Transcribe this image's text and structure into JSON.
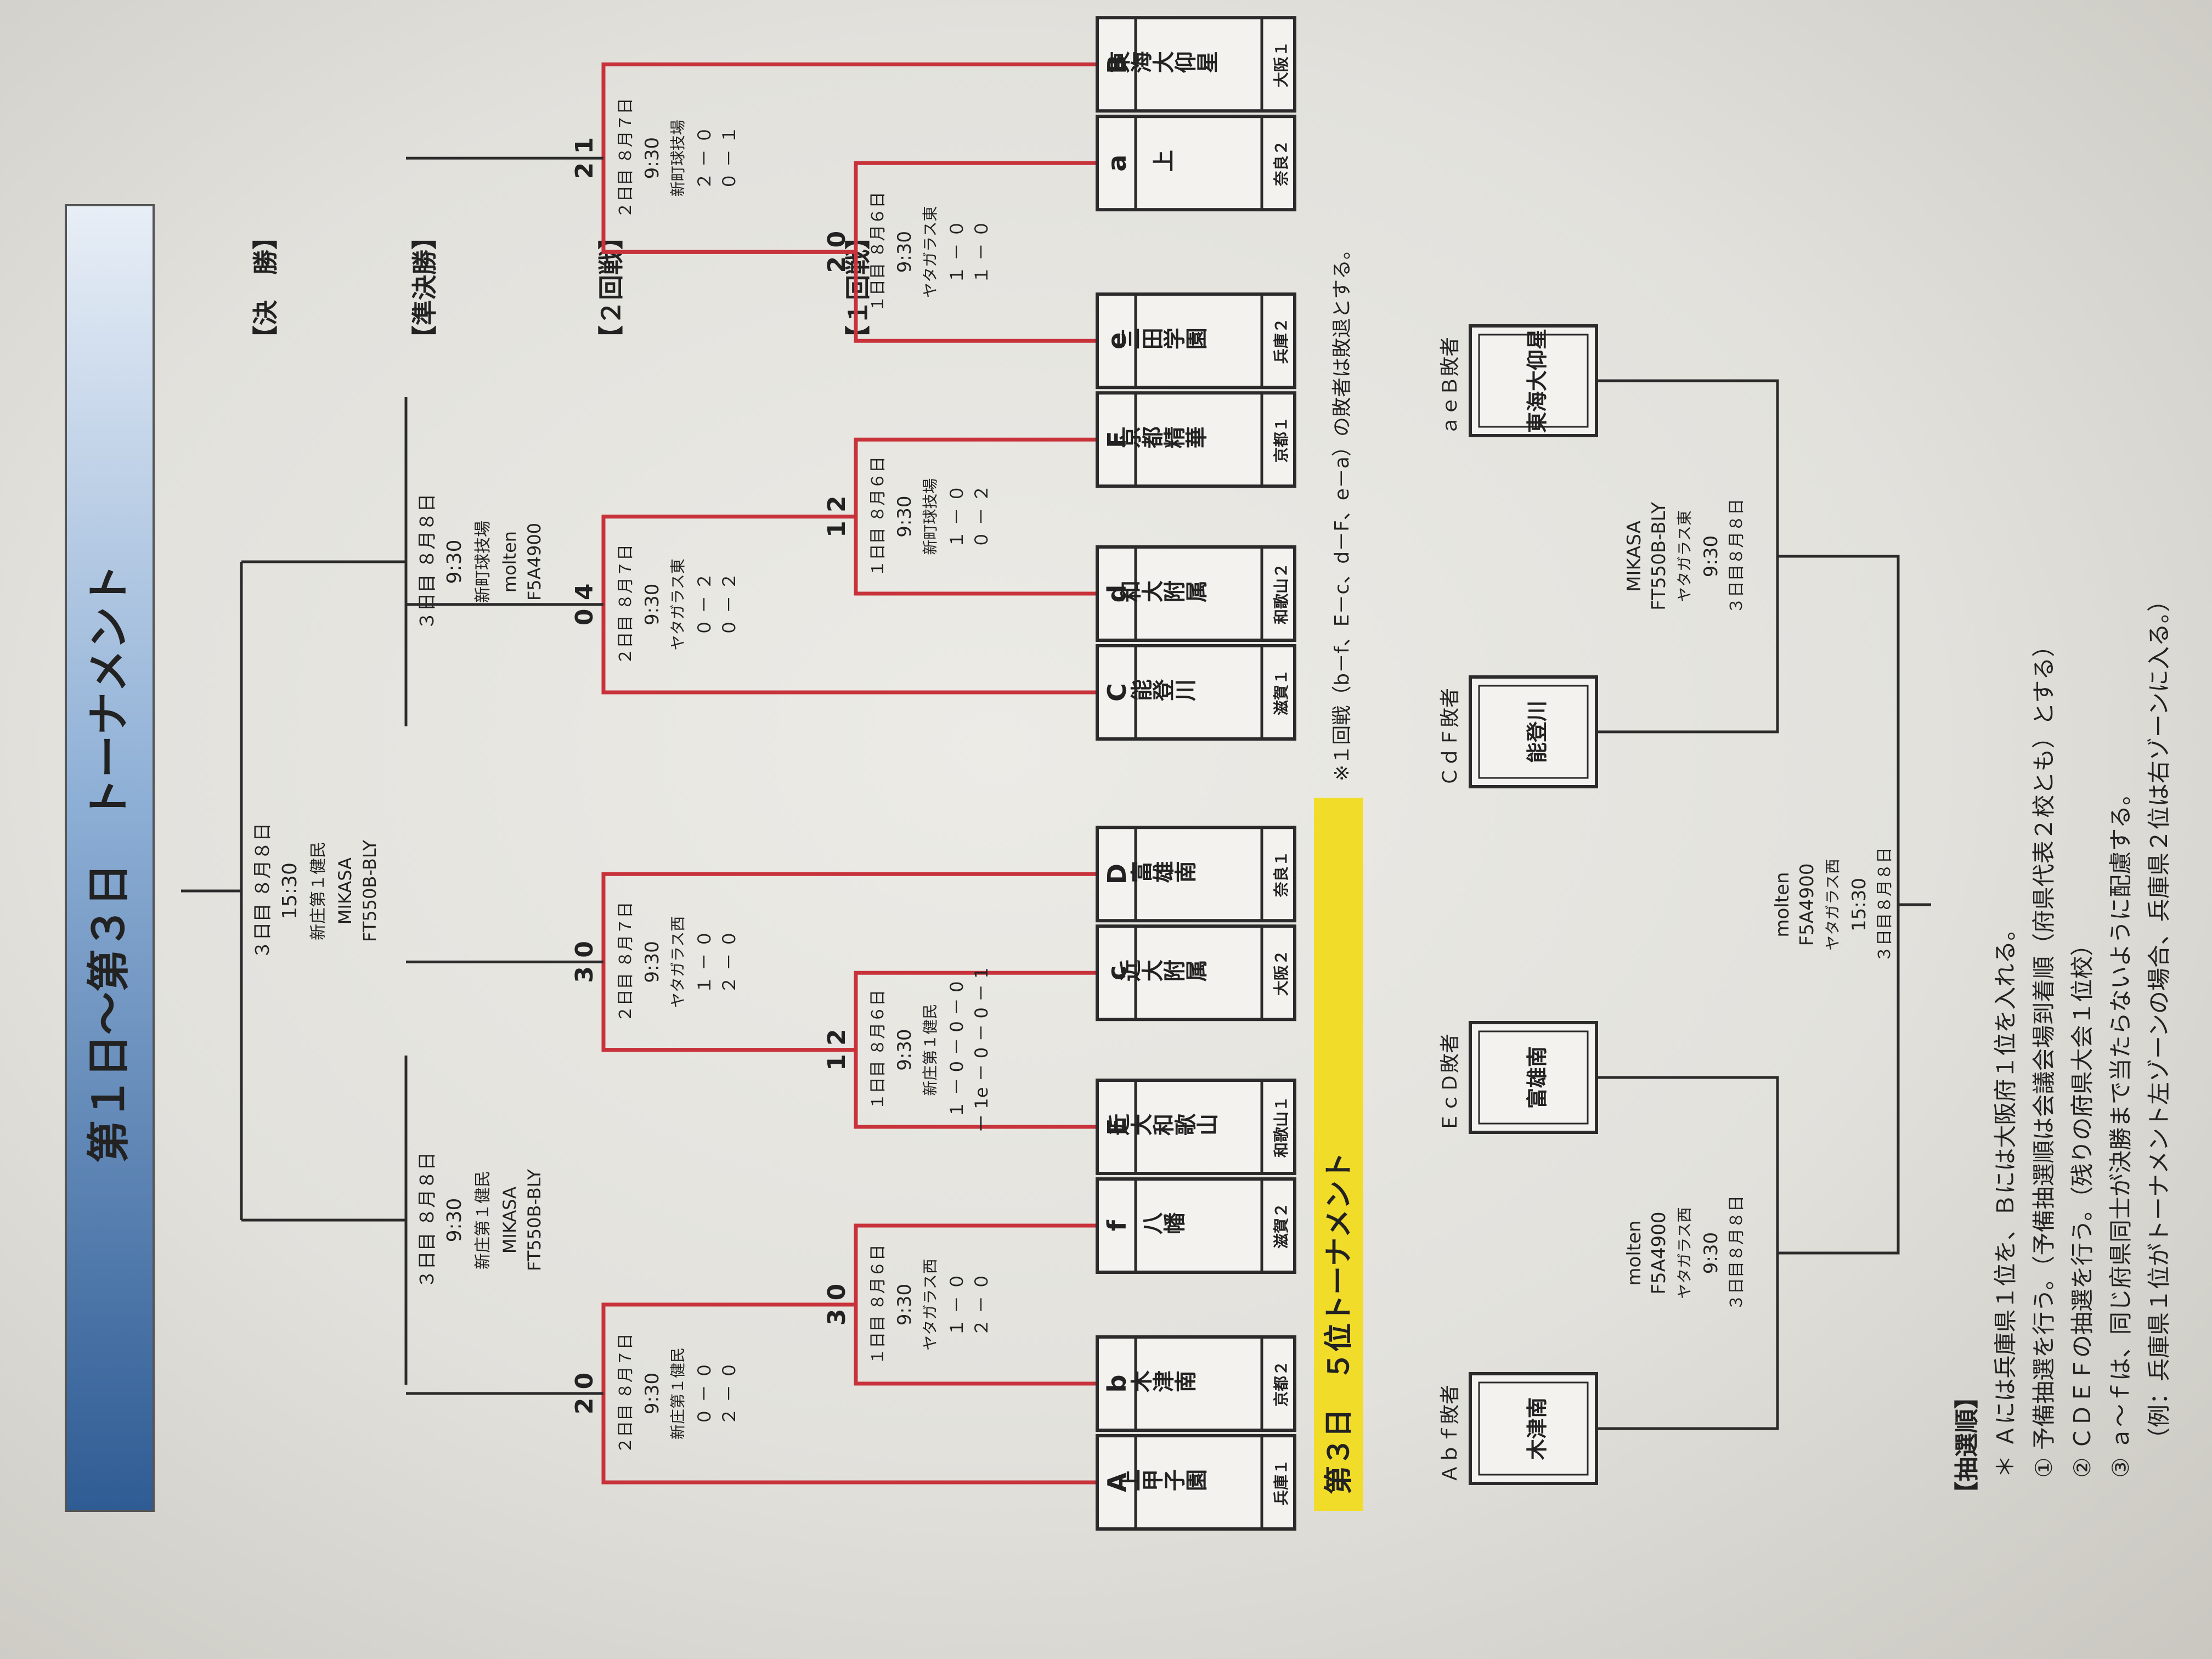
{
  "title": "第１日～第３日　トーナメント",
  "round_labels": {
    "final": "【決　勝】",
    "semi": "【準決勝】",
    "second": "【２回戦】",
    "first": "【１回戦】"
  },
  "teams": [
    {
      "slot": "A",
      "name": "上甲子園",
      "pref": "兵庫１"
    },
    {
      "slot": "b",
      "name": "木津南",
      "pref": "京都２"
    },
    {
      "slot": "f",
      "name": "八幡",
      "pref": "滋賀２"
    },
    {
      "slot": "E",
      "name": "近大和歌山",
      "pref": "和歌山１"
    },
    {
      "slot": "c",
      "name": "近大附属",
      "pref": "大阪２"
    },
    {
      "slot": "D",
      "name": "富雄南",
      "pref": "奈良１"
    },
    {
      "slot": "C",
      "name": "能登川",
      "pref": "滋賀１"
    },
    {
      "slot": "d",
      "name": "和大附属",
      "pref": "和歌山２"
    },
    {
      "slot": "F",
      "name": "京都精華",
      "pref": "京都１"
    },
    {
      "slot": "e",
      "name": "三田学園",
      "pref": "兵庫２"
    },
    {
      "slot": "a",
      "name": "上",
      "pref": "奈良２"
    },
    {
      "slot": "B",
      "name": "東海大仰星",
      "pref": "大阪１"
    }
  ],
  "first_round": [
    {
      "date": "１日目 ８月６日",
      "time": "9:30",
      "venue": "ヤタガラス西",
      "s1": "１ － ０",
      "s2": "２ － ０",
      "result": "3 0"
    },
    {
      "date": "１日目 ８月６日",
      "time": "9:30",
      "venue": "新庄第１健民",
      "s1": "１ － 0 － 0 － 0",
      "s2": "ー 1e － 0 － 0 － 1",
      "result": "1 2"
    },
    {
      "date": "１日目 ８月６日",
      "time": "9:30",
      "venue": "新町球技場",
      "s1": "１ － ０",
      "s2": "０ － ２",
      "result": "1 2"
    },
    {
      "date": "１日目 ８月６日",
      "time": "9:30",
      "venue": "ヤタガラス東",
      "s1": "１ － ０",
      "s2": "１ － ０",
      "result": "2 0"
    }
  ],
  "second_round": [
    {
      "date": "２日目 ８月７日",
      "time": "9:30",
      "venue": "新庄第１健民",
      "s1": "０ － ０",
      "s2": "２ － ０",
      "result": "2 0"
    },
    {
      "date": "２日目 ８月７日",
      "time": "9:30",
      "venue": "ヤタガラス西",
      "s1": "１ － ０",
      "s2": "２ － ０",
      "result": "3 0"
    },
    {
      "date": "２日目 ８月７日",
      "time": "9:30",
      "venue": "ヤタガラス東",
      "s1": "０ － ２",
      "s2": "０ － ２",
      "result": "0 4"
    },
    {
      "date": "２日目 ８月７日",
      "time": "9:30",
      "venue": "新町球技場",
      "s1": "２ － ０",
      "s2": "０ － １",
      "result": "2 1"
    }
  ],
  "semi": [
    {
      "date": "３日目 ８月８日",
      "time": "9:30",
      "venue": "新庄第１健民",
      "ball1": "MIKASA",
      "ball2": "FT550B-BLY"
    },
    {
      "date": "３日目 ８月８日",
      "time": "9:30",
      "venue": "新町球技場",
      "ball1": "molten",
      "ball2": "F5A4900"
    }
  ],
  "final": {
    "date": "３日目 ８月８日",
    "time": "15:30",
    "venue": "新庄第１健民",
    "ball1": "MIKASA",
    "ball2": "FT550B-BLY"
  },
  "fifth": {
    "title": "第３日　５位トーナメント",
    "note": "※１回戦（b－f、E－c、d－F、e－a）の敗者は敗退とする。",
    "boxes": [
      {
        "label": "Ａｂｆ敗者",
        "name": "木津南"
      },
      {
        "label": "ＥｃＤ敗者",
        "name": "富雄南"
      },
      {
        "label": "ＣｄＦ敗者",
        "name": "能登川"
      },
      {
        "label": "ａｅＢ敗者",
        "name": "東海大仰星"
      }
    ],
    "m1": {
      "date": "３日目８月８日",
      "time": "9:30",
      "venue": "ヤタガラス西",
      "ball1": "molten",
      "ball2": "F5A4900"
    },
    "m2": {
      "date": "３日目８月８日",
      "time": "9:30",
      "venue": "ヤタガラス東",
      "ball1": "MIKASA",
      "ball2": "FT550B-BLY"
    },
    "m3": {
      "date": "３日目８月８日",
      "time": "15:30",
      "venue": "ヤタガラス西",
      "ball1": "molten",
      "ball2": "F5A4900"
    }
  },
  "draw": {
    "heading": "【抽選順】",
    "lines": [
      "＊ Ａには兵庫県１位を、Ｂには大阪府１位を入れる。",
      "① 予備抽選を行う。（予備抽選順は会議会場到着順（府県代表２校とも）とする）",
      "② ＣＤＥＦの抽選を行う。（残りの府県大会１位校）",
      "③ ａ～ｆは、同じ府県同士が決勝まで当たらないように配慮する。",
      "（例：兵庫県１位がトーナメント左ゾーンの場合、兵庫県２位は右ゾーンに入る。）"
    ]
  },
  "colors": {
    "bracket_red": "#c8323a",
    "line_black": "#2b2b2b",
    "header_blue": "#3d6fa8",
    "highlight_yellow": "#f1dc2a"
  }
}
